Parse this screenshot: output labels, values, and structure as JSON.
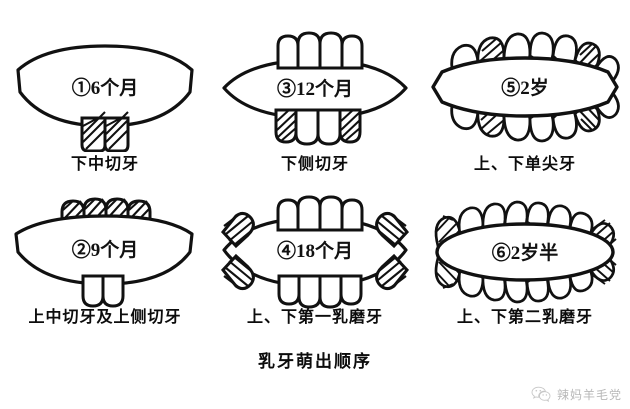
{
  "title": "乳牙萌出顺序",
  "main_caption": "乳牙萌出顺序",
  "panels": [
    {
      "number": "①",
      "age_label": "6个月",
      "inner_text": "①6个月",
      "caption": "下中切牙",
      "upper_teeth": 0,
      "lower_teeth": 2,
      "lower_hatched": [
        0,
        1
      ],
      "upper_hatched": [],
      "side_molars": 0,
      "canines": false
    },
    {
      "number": "②",
      "age_label": "9个月",
      "inner_text": "②9个月",
      "caption": "上中切牙及上侧切牙",
      "upper_teeth": 4,
      "lower_teeth": 2,
      "upper_hatched": [
        0,
        1,
        2,
        3
      ],
      "lower_hatched": [],
      "side_molars": 0,
      "canines": false
    },
    {
      "number": "③",
      "age_label": "12个月",
      "inner_text": "③12个月",
      "caption": "下侧切牙",
      "upper_teeth": 4,
      "lower_teeth": 4,
      "upper_hatched": [],
      "lower_hatched": [
        0,
        3
      ],
      "side_molars": 0,
      "canines": false
    },
    {
      "number": "④",
      "age_label": "18个月",
      "inner_text": "④18个月",
      "caption": "上、下第一乳磨牙",
      "upper_teeth": 4,
      "lower_teeth": 4,
      "upper_hatched": [],
      "lower_hatched": [],
      "side_molars": 4,
      "canines": false
    },
    {
      "number": "⑤",
      "age_label": "2岁",
      "inner_text": "⑤2岁",
      "caption": "上、下单尖牙",
      "upper_teeth": 8,
      "lower_teeth": 8,
      "upper_hatched": [
        1,
        6
      ],
      "lower_hatched": [
        1,
        6
      ],
      "side_molars": 0,
      "canines": true
    },
    {
      "number": "⑥",
      "age_label": "2岁半",
      "inner_text": "⑥2岁半",
      "caption": "上、下第二乳磨牙",
      "upper_teeth": 10,
      "lower_teeth": 10,
      "upper_hatched": [
        0,
        9
      ],
      "lower_hatched": [
        0,
        9
      ],
      "side_molars": 0,
      "canines": false
    }
  ],
  "watermark": {
    "text": "辣妈羊毛党",
    "icon": "wechat-icon"
  },
  "colors": {
    "ink": "#111111",
    "background": "#ffffff",
    "watermark_text": "#7e7e7e"
  }
}
